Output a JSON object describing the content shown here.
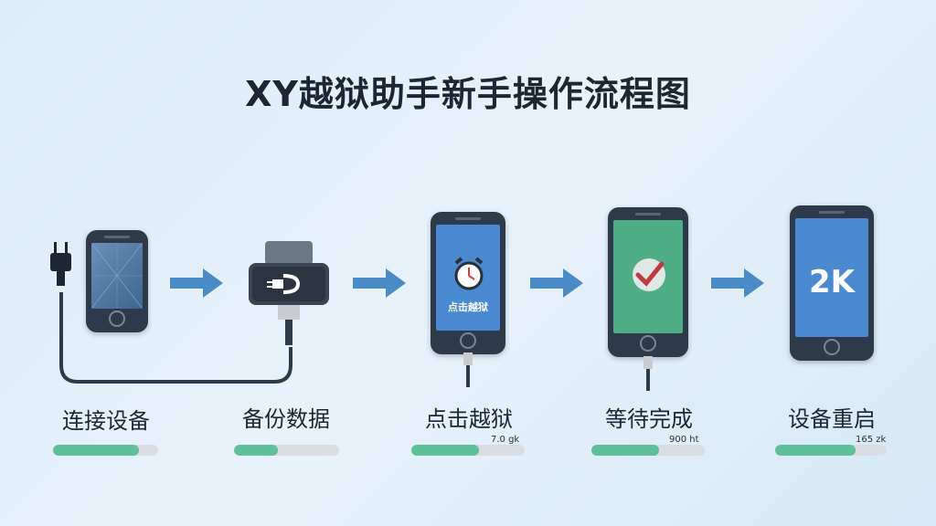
{
  "title": "XY越狱助手新手操作流程图",
  "steps": [
    {
      "label": "连接设备",
      "progress": 0.82,
      "stat": ""
    },
    {
      "label": "备份数据",
      "progress": 0.42,
      "stat": ""
    },
    {
      "label": "点击越狱",
      "progress": 0.6,
      "stat": "7.0 gk"
    },
    {
      "label": "等待完成",
      "progress": 0.6,
      "stat": "900 ht"
    },
    {
      "label": "设备重启",
      "progress": 0.72,
      "stat": "165 zk"
    }
  ],
  "screens": {
    "jailbreak_text": "点击越狱",
    "restart_text": "2K"
  },
  "colors": {
    "arrow": "#4a8cc8",
    "progress": "#5fbf9a",
    "screen_blue": "#4a8ad0",
    "screen_green": "#4fae86"
  },
  "icons": [
    "plug-icon",
    "usb-backup-icon",
    "alarm-clock-icon",
    "check-icon",
    "cable-icon"
  ]
}
